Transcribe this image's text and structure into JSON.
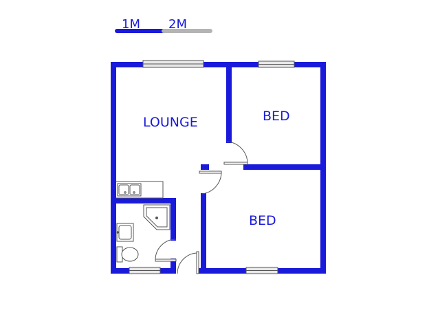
{
  "scale_bar": {
    "labels": [
      "1M",
      "2M"
    ],
    "color": "#1a1adb",
    "secondary_color": "#b4b4b4"
  },
  "rooms": {
    "lounge": "LOUNGE",
    "bed_top": "BED",
    "bed_bottom": "BED"
  },
  "colors": {
    "wall": "#1a1adb",
    "fixture": "#555555",
    "window_fill": "#e8e8e8"
  }
}
